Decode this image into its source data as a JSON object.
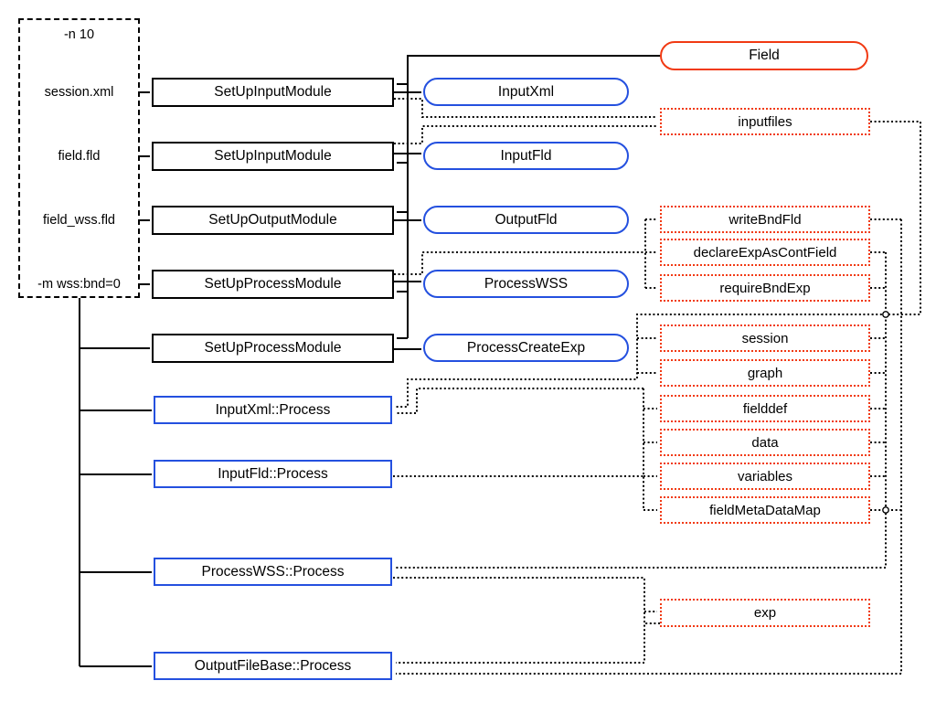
{
  "colors": {
    "blue": "#2450df",
    "red": "#f13a13",
    "black": "#000000"
  },
  "params": {
    "title": "-n 10",
    "args": [
      "session.xml",
      "field.fld",
      "field_wss.fld",
      "-m wss:bnd=0"
    ]
  },
  "modules": [
    "SetUpInputModule",
    "SetUpInputModule",
    "SetUpOutputModule",
    "SetUpProcessModule",
    "SetUpProcessModule"
  ],
  "objects": [
    "InputXml",
    "InputFld",
    "OutputFld",
    "ProcessWSS",
    "ProcessCreateExp"
  ],
  "class_node": "Field",
  "data_nodes": [
    "inputfiles",
    "writeBndFld",
    "declareExpAsContField",
    "requireBndExp",
    "session",
    "graph",
    "fielddef",
    "data",
    "variables",
    "fieldMetaDataMap",
    "exp"
  ],
  "processes": [
    "InputXml::Process",
    "InputFld::Process",
    "ProcessWSS::Process",
    "OutputFileBase::Process"
  ]
}
